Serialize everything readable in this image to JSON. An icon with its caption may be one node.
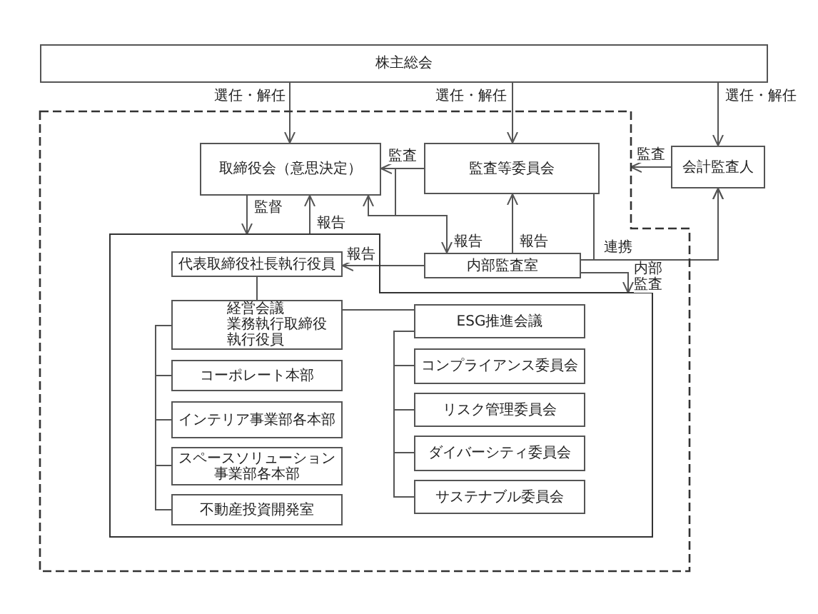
{
  "diagram": {
    "nodes": [
      {
        "text": [
          "株主総会"
        ]
      },
      {
        "text": [],
        "shape": "box"
      },
      {
        "text": [
          "取締役会（意思決定）"
        ],
        "in": 1
      },
      {
        "text": [
          "監査等委員会"
        ],
        "in": 1
      },
      {
        "text": [
          "会計監査人"
        ]
      },
      {
        "text": [],
        "shape": "box",
        "in": 1
      },
      {
        "text": [
          "内部監査室"
        ],
        "in": 1
      },
      {
        "text": [
          "代表取締役社長執行役員"
        ],
        "in": 5
      },
      {
        "text": [
          "経営会議",
          "業務執行取締役執行役員"
        ],
        "in": 5
      },
      {
        "text": [
          "コーポレート本部"
        ],
        "in": 5
      },
      {
        "text": [
          "インテリア事業部各本部"
        ],
        "in": 5
      },
      {
        "text": [
          "スペースソリューション事業部各本部"
        ],
        "in": 5
      },
      {
        "text": [
          "不動産投資開発室"
        ],
        "in": 5
      },
      {
        "text": [
          "ESG推進会議"
        ],
        "in": 5
      },
      {
        "text": [
          "コンプライアンス委員会"
        ],
        "in": 5
      },
      {
        "text": [
          "リスク管理委員会"
        ],
        "in": 5
      },
      {
        "text": [
          "ダイバーシティ委員会"
        ],
        "in": 5
      },
      {
        "text": [
          "サステナブル委員会"
        ],
        "in": 5
      }
    ],
    "edges": [
      {
        "from": 0,
        "to": 2,
        "arrow": "to",
        "label": "選任・解任"
      },
      {
        "from": 0,
        "to": 3,
        "arrow": "to",
        "label": "選任・解任"
      },
      {
        "from": 0,
        "to": 4,
        "arrow": "to",
        "label": "選任・解任"
      },
      {
        "from": 3,
        "to": 2,
        "arrow": "to",
        "label": "監査"
      },
      {
        "from": 4,
        "to": 1,
        "arrow": "to",
        "label": "監査"
      },
      {
        "from": 2,
        "to": 5,
        "arrow": "to",
        "label": "監督"
      },
      {
        "from": 5,
        "to": 2,
        "arrow": "to",
        "label": "報告"
      },
      {
        "from": 6,
        "to": 2,
        "arrow": "to",
        "label": "報告"
      },
      {
        "from": 3,
        "to": 6,
        "arrow": "to"
      },
      {
        "from": 6,
        "to": 3,
        "arrow": "to",
        "label": "報告"
      },
      {
        "from": 6,
        "to": 4,
        "arrow": "to",
        "label": "連携"
      },
      {
        "from": 3,
        "to": 4,
        "arrow": "to"
      },
      {
        "from": 6,
        "to": 7,
        "arrow": "to",
        "label": "報告"
      },
      {
        "from": 6,
        "to": 5,
        "arrow": "to",
        "label": "内部監査"
      },
      {
        "from": 7,
        "to": 8,
        "arrow": "none"
      },
      {
        "from": 8,
        "to": 9,
        "arrow": "none"
      },
      {
        "from": 8,
        "to": 10,
        "arrow": "none"
      },
      {
        "from": 8,
        "to": 11,
        "arrow": "none"
      },
      {
        "from": 8,
        "to": 12,
        "arrow": "none"
      },
      {
        "from": 8,
        "to": 13,
        "arrow": "none"
      },
      {
        "from": 13,
        "to": 14,
        "arrow": "none"
      },
      {
        "from": 13,
        "to": 15,
        "arrow": "none"
      },
      {
        "from": 13,
        "to": 16,
        "arrow": "none"
      },
      {
        "from": 13,
        "to": 17,
        "arrow": "none"
      }
    ]
  }
}
